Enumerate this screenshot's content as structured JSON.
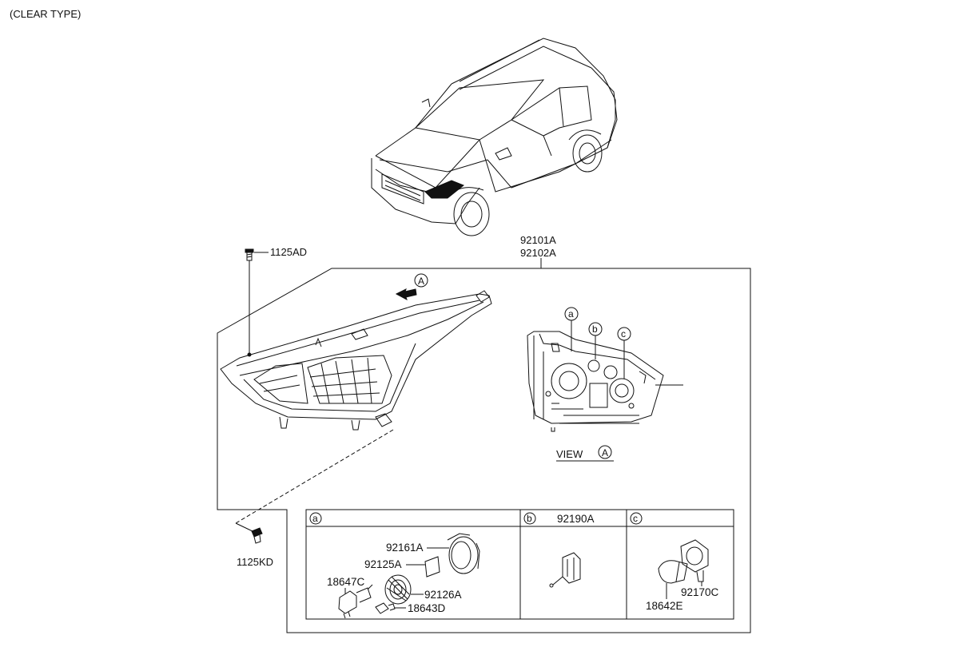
{
  "header": {
    "type_label": "(CLEAR TYPE)"
  },
  "callouts": {
    "assembly_lh": "92101A",
    "assembly_rh": "92102A",
    "screw_top": "1125AD",
    "screw_bottom": "1125KD",
    "view_label": "VIEW",
    "view_marker": "A",
    "arrow_marker": "A"
  },
  "rear_markers": {
    "a": "a",
    "b": "b",
    "c": "c"
  },
  "detail_table": {
    "section_a": {
      "marker": "a",
      "parts": {
        "socket_cap": "92161A",
        "gasket": "92125A",
        "bulb": "18647C",
        "cover": "92126A",
        "small_bulb": "18643D"
      }
    },
    "section_b": {
      "marker": "b",
      "part": "92190A"
    },
    "section_c": {
      "marker": "c",
      "parts": {
        "socket": "92170C",
        "bulb": "18642E"
      }
    }
  }
}
